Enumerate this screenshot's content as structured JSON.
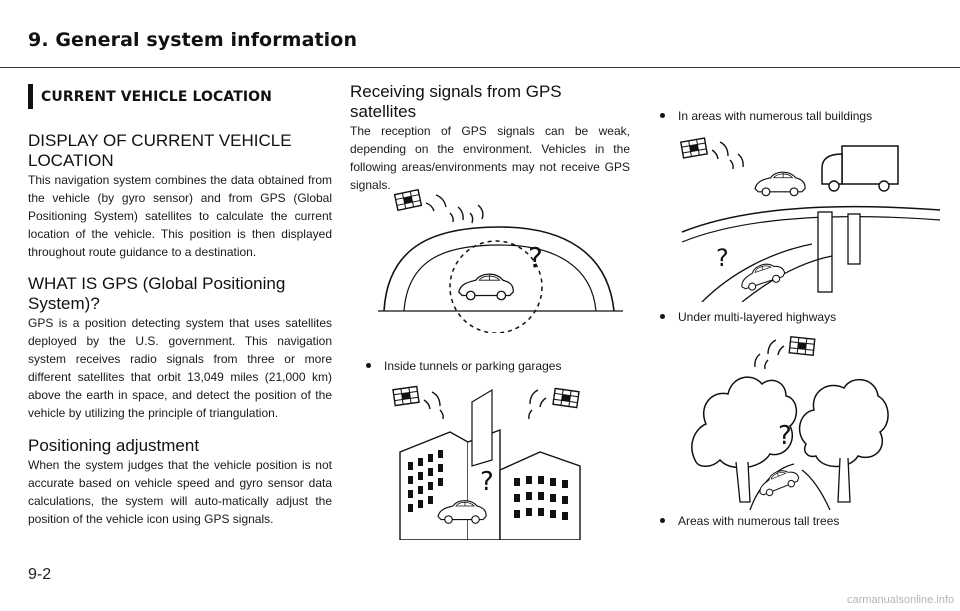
{
  "header": {
    "title": "9. General system information"
  },
  "section": {
    "title": "CURRENT VEHICLE LOCATION"
  },
  "display": {
    "heading": "DISPLAY OF CURRENT VEHICLE LOCATION",
    "body": "This navigation system combines the data obtained from the vehicle (by gyro sensor) and from GPS (Global Positioning System) satellites to calculate the current location of the vehicle. This position is then displayed throughout route guidance to a destination."
  },
  "gps": {
    "heading": "WHAT IS GPS (Global Positioning System)?",
    "body": "GPS is a position detecting system that uses satellites deployed by the U.S. government. This navigation system receives radio signals from three or more different satellites that orbit 13,049 miles (21,000 km) above the earth in space, and detect the position of the vehicle by utilizing the principle of triangulation."
  },
  "adjustment": {
    "heading": "Positioning adjustment",
    "body": "When the system judges that the vehicle position is not accurate based on vehicle speed and gyro sensor data calculations, the system will auto-matically adjust the position of the vehicle icon using GPS signals."
  },
  "receiving": {
    "heading": "Receiving signals from GPS satellites",
    "body": "The reception of GPS signals can be weak, depending on the environment. Vehicles in the following areas/environments may not receive GPS signals."
  },
  "bullets": {
    "tunnels": "Inside tunnels or parking garages",
    "buildings": "In areas with numerous tall buildings",
    "highways": "Under multi-layered highways",
    "trees": "Areas with numerous tall trees"
  },
  "footer": {
    "page": "9-2",
    "watermark": "carmanualsonline.info"
  },
  "icons": {
    "satellite": "satellite-icon",
    "car": "car-icon",
    "question": "question-mark-icon",
    "bullet": "bullet-icon"
  },
  "colors": {
    "text": "#1a1a1a",
    "rule": "#333333",
    "watermark": "#b5b5b5"
  }
}
